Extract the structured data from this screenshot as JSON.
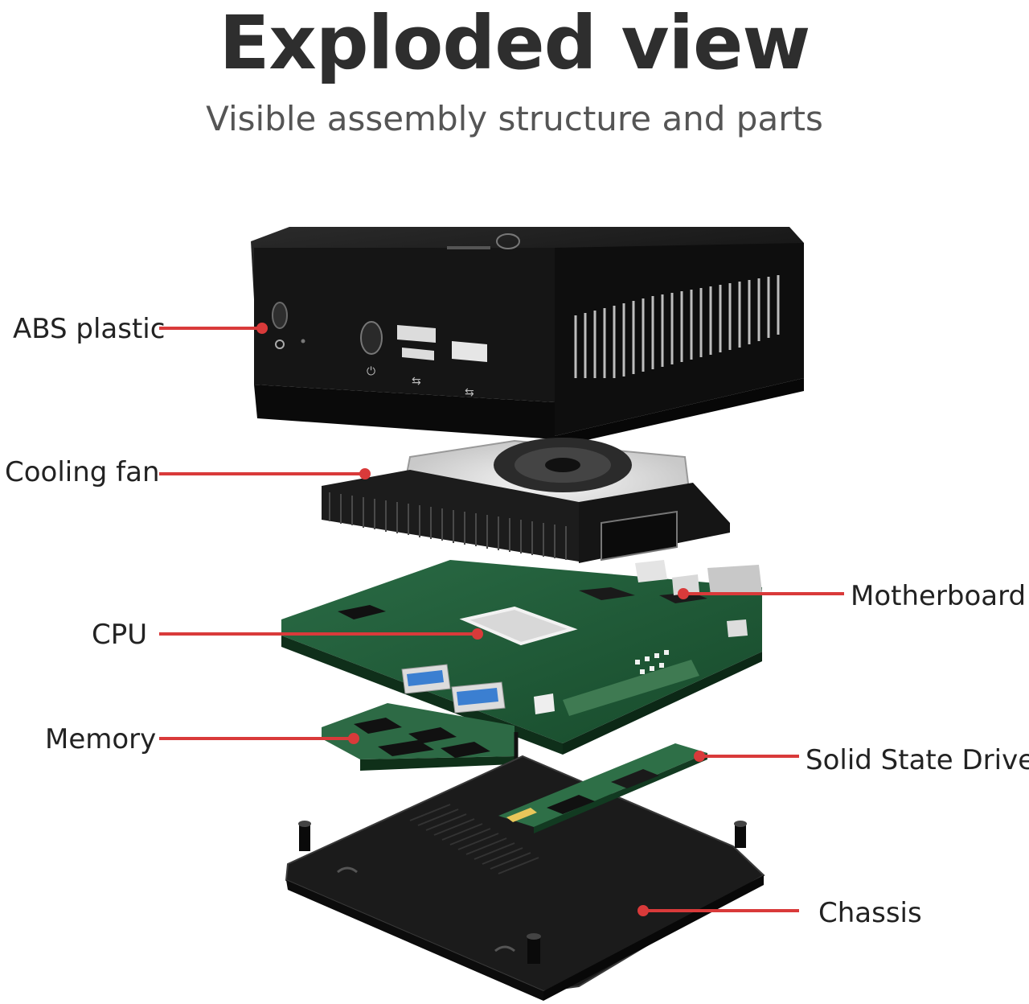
{
  "header": {
    "title": "Exploded view",
    "subtitle": "Visible assembly structure and parts"
  },
  "callouts": {
    "abs_plastic": "ABS plastic",
    "cooling_fan": "Cooling fan",
    "cpu": "CPU",
    "memory": "Memory",
    "motherboard": "Motherboard",
    "ssd": "Solid State Drive",
    "chassis": "Chassis"
  },
  "colors": {
    "leader_line": "#d93a3a",
    "case_black": "#141414",
    "pcb_green": "#1f5a36",
    "heatsink": "#1c1c1c",
    "fan_white": "#e8e8e8"
  }
}
